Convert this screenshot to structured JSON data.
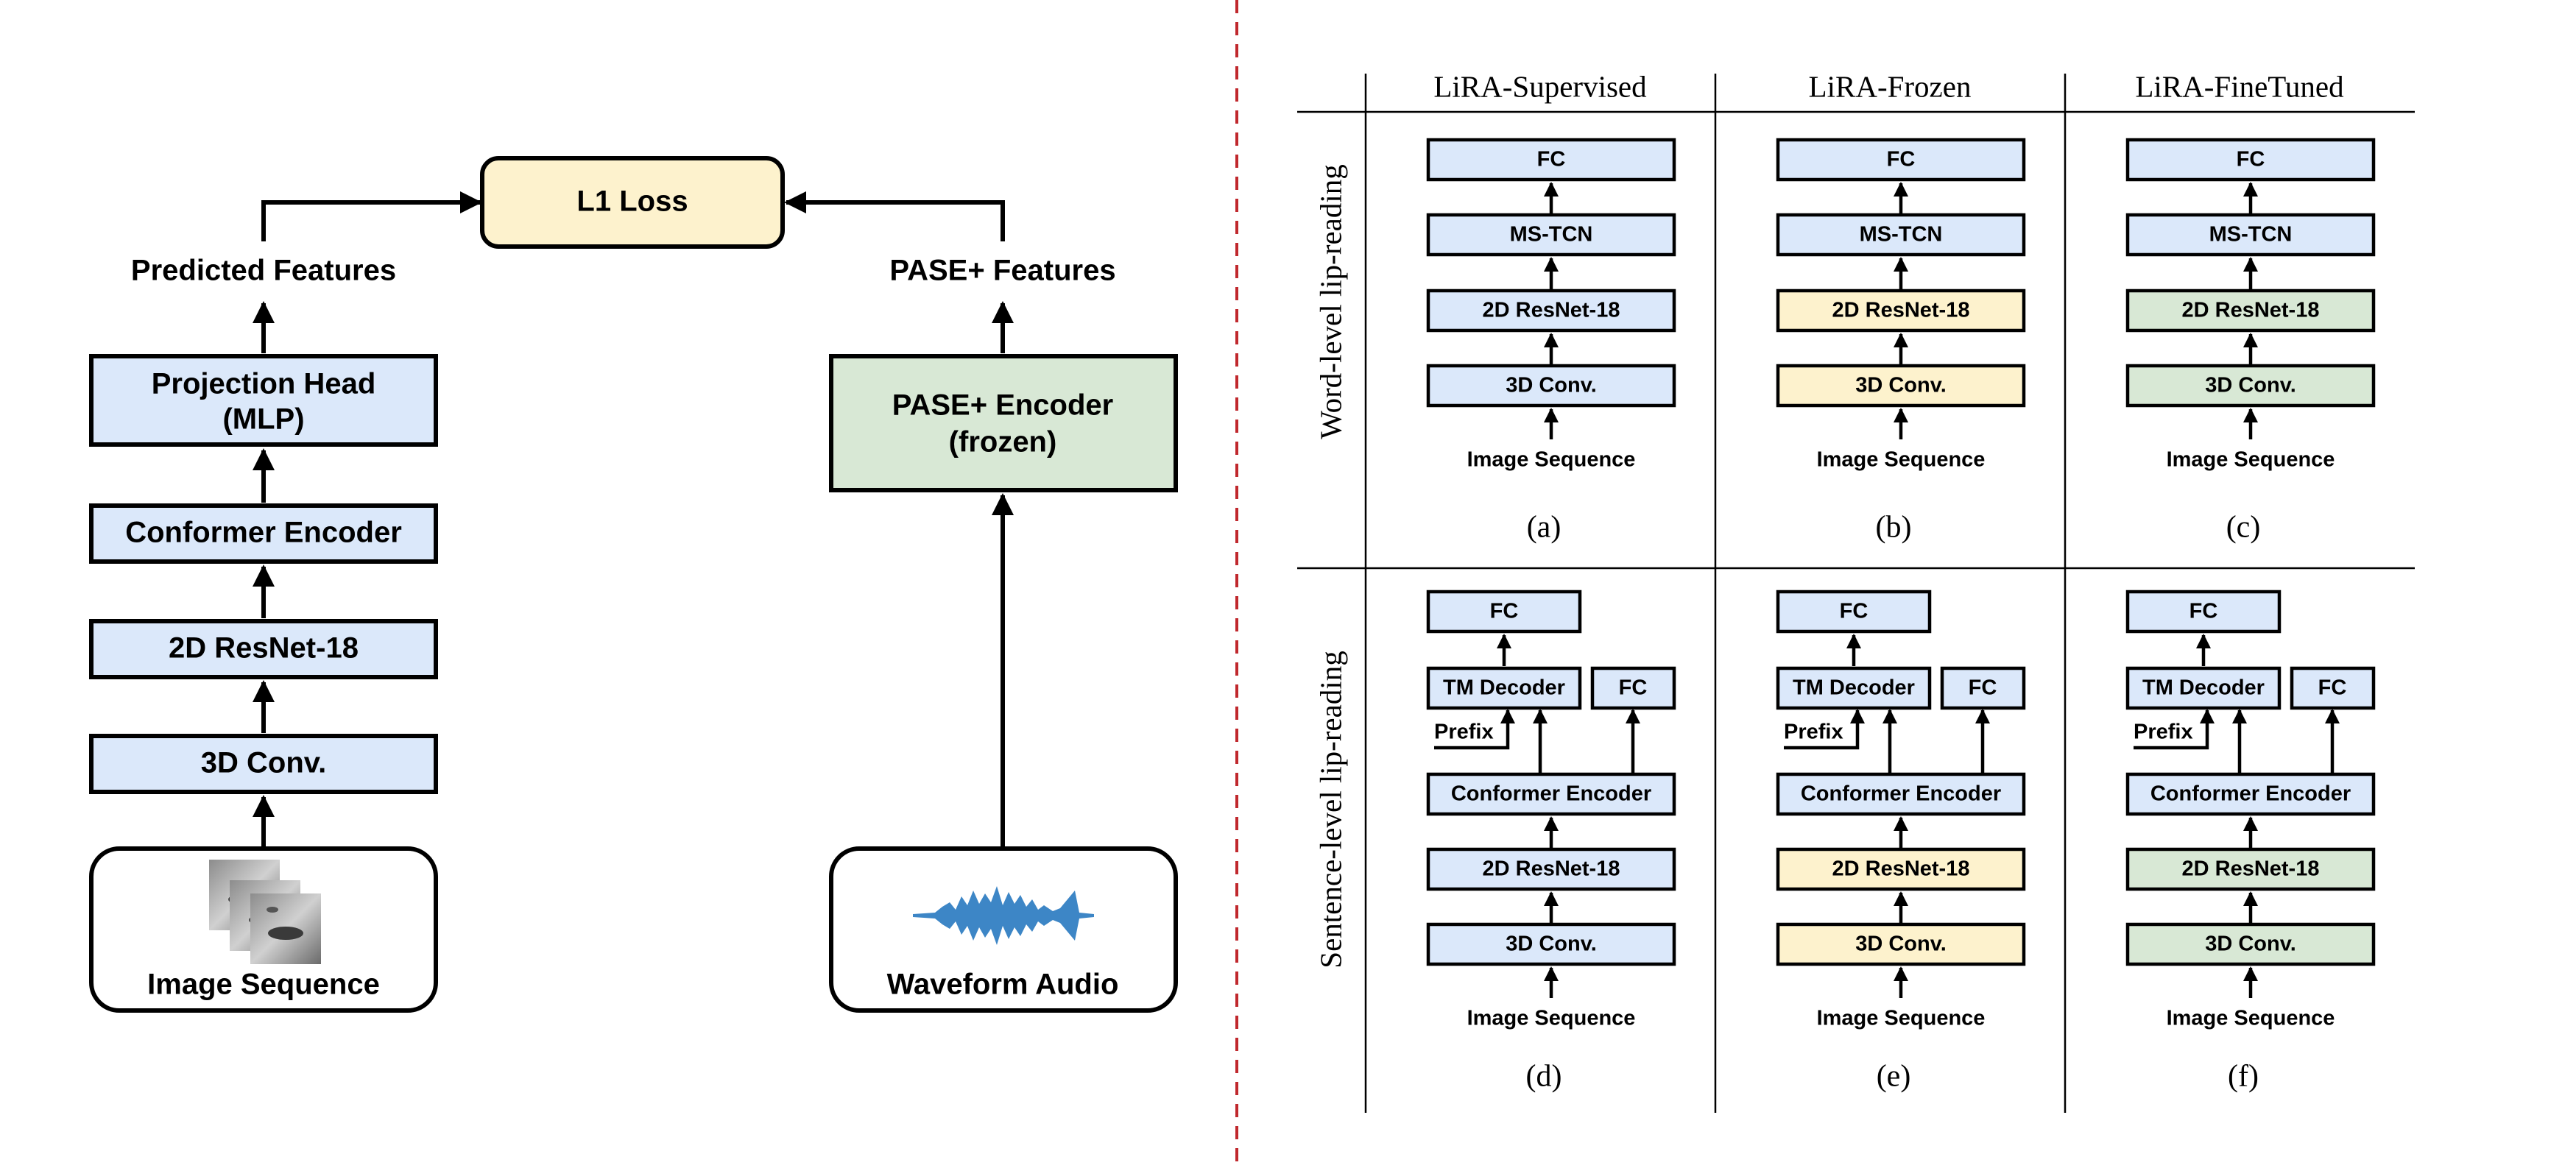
{
  "left_panel": {
    "loss": "L1 Loss",
    "predicted_features": "Predicted Features",
    "pase_features": "PASE+ Features",
    "projection_head_line1": "Projection Head",
    "projection_head_line2": "(MLP)",
    "conformer_encoder": "Conformer Encoder",
    "resnet": "2D ResNet-18",
    "conv3d": "3D Conv.",
    "image_sequence": "Image Sequence",
    "pase_encoder_line1": "PASE+ Encoder",
    "pase_encoder_line2": "(frozen)",
    "waveform_audio": "Waveform Audio"
  },
  "right_panel": {
    "columns": [
      "LiRA-Supervised",
      "LiRA-Frozen",
      "LiRA-FineTuned"
    ],
    "rows": [
      "Word-level lip-reading",
      "Sentence-level lip-reading"
    ],
    "word_blocks": {
      "fc": "FC",
      "mstcn": "MS-TCN",
      "resnet": "2D ResNet-18",
      "conv3d": "3D Conv.",
      "input": "Image Sequence"
    },
    "sentence_blocks": {
      "fc": "FC",
      "tm_decoder": "TM Decoder",
      "ctc_fc": "FC",
      "prefix": "Prefix",
      "conformer": "Conformer Encoder",
      "resnet": "2D ResNet-18",
      "conv3d": "3D Conv.",
      "input": "Image Sequence"
    },
    "captions": [
      "(a)",
      "(b)",
      "(c)",
      "(d)",
      "(e)",
      "(f)"
    ],
    "colors": {
      "trainable": "#dbe8fa",
      "frozen": "#fdf2cd",
      "finetuned": "#d8e8d5"
    }
  },
  "colors": {
    "divider": "#c0282d",
    "waveform": "#3d86c6"
  }
}
